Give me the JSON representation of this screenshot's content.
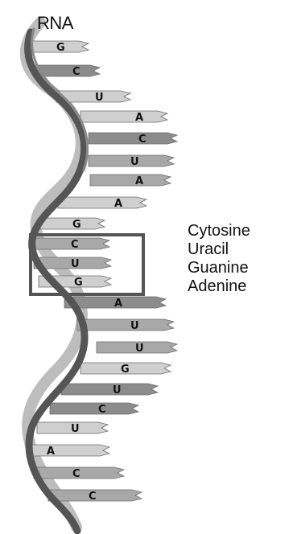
{
  "title": "RNA",
  "legend": [
    "Cytosine",
    "Uracil",
    "Guanine",
    "Adenine"
  ],
  "bases": [
    "G",
    "C",
    "U",
    "A",
    "C",
    "U",
    "A",
    "A",
    "G",
    "C",
    "U",
    "G",
    "A",
    "U",
    "U",
    "G",
    "U",
    "C",
    "U",
    "A",
    "C",
    "C"
  ],
  "colors": {
    "backbone_dark": "#4a4a4a",
    "backbone_mid": "#8a8a8a",
    "backbone_light": "#b9b9b9",
    "base_dark": "#8c8c8c",
    "base_mid": "#a8a8a8",
    "base_light": "#cfcfcf",
    "highlight_box": "#555555",
    "text": "#111111"
  }
}
